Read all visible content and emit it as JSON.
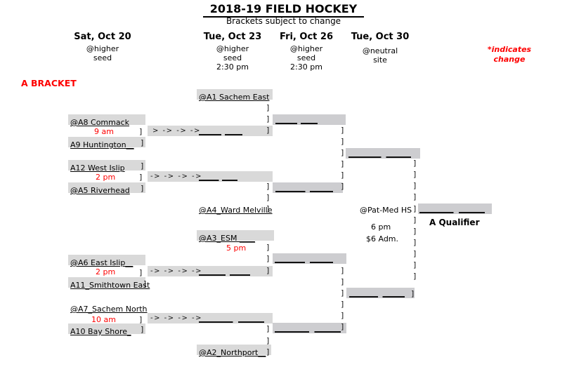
{
  "title": "2018-19  FIELD HOCKEY",
  "subtitle": "Brackets subject to change",
  "bracket_label": "A BRACKET",
  "note": {
    "line1": "*indicates",
    "line2": "change"
  },
  "columns": [
    {
      "date": "Sat, Oct 20",
      "sub1": "@higher",
      "sub2": "seed",
      "sub3": ""
    },
    {
      "date": "Tue, Oct 23",
      "sub1": "@higher",
      "sub2": "seed",
      "sub3": "2:30 pm"
    },
    {
      "date": "Fri, Oct 26",
      "sub1": "@higher",
      "sub2": "seed",
      "sub3": "2:30 pm"
    },
    {
      "date": "Tue, Oct 30",
      "sub1": "@neutral",
      "sub2": "site",
      "sub3": ""
    }
  ],
  "teams": {
    "a1": "@A1 Sachem East",
    "a8": "@A8 Commack",
    "a9": "A9 Huntington__",
    "a12": "A12 West Islip",
    "a5": "@A5 Riverhead",
    "a4": "@A4_Ward Melville",
    "a3": "@A3_ESM ____",
    "a6": "@A6 East Islip__",
    "a11": "A11_Smithtown East",
    "a7": "@A7_Sachem North",
    "a10": "A10 Bay Shore_",
    "a2": "@A2_Northport__"
  },
  "times": {
    "a8_a9": "9 am",
    "a12_a5": "2 pm",
    "a3": "5 pm",
    "a6_a11": "2 pm",
    "a7_a10": "10 am"
  },
  "arrows": {
    "g1": "> -> -> ->",
    "g2": "-> -> -> ->",
    "g3": "-> -> -> ->",
    "g4": "-> -> -> ->"
  },
  "glyphs": {
    "bracket": "]"
  },
  "final_info": {
    "site": "@Pat-Med HS",
    "time": "6 pm",
    "admission": "$6 Adm.",
    "champion_label": "A Qualifier"
  },
  "colors": {
    "accent_red": "#fe0000",
    "bar_gray": "#d9d9d9",
    "winner_slot_gray": "#cdcdd0"
  }
}
